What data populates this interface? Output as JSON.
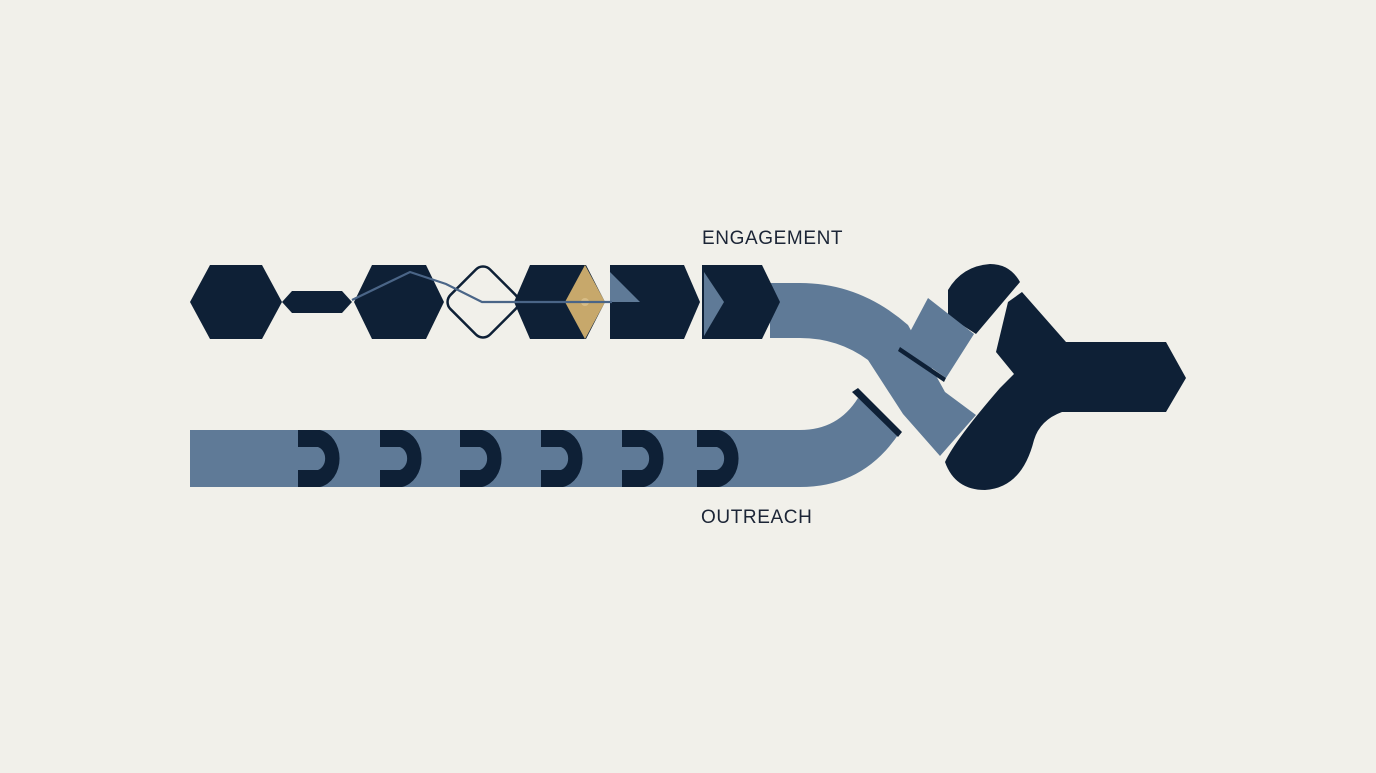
{
  "labels": {
    "engagement": "ENGAGEMENT",
    "outreach": "OUTREACH"
  },
  "colors": {
    "background": "#f1f0ea",
    "navy": "#0e2036",
    "slate_blue": "#5f7a97",
    "gold": "#c7a86b",
    "text": "#1c2536"
  },
  "shapes": {
    "engagement_track": [
      "hexagon",
      "connector-pill",
      "hexagon",
      "diamond-outline",
      "hexagon",
      "diamond-gold",
      "chevron-block",
      "chevron-block"
    ],
    "outreach_track_marker_count": 6,
    "merge_shape": "y-junction"
  }
}
